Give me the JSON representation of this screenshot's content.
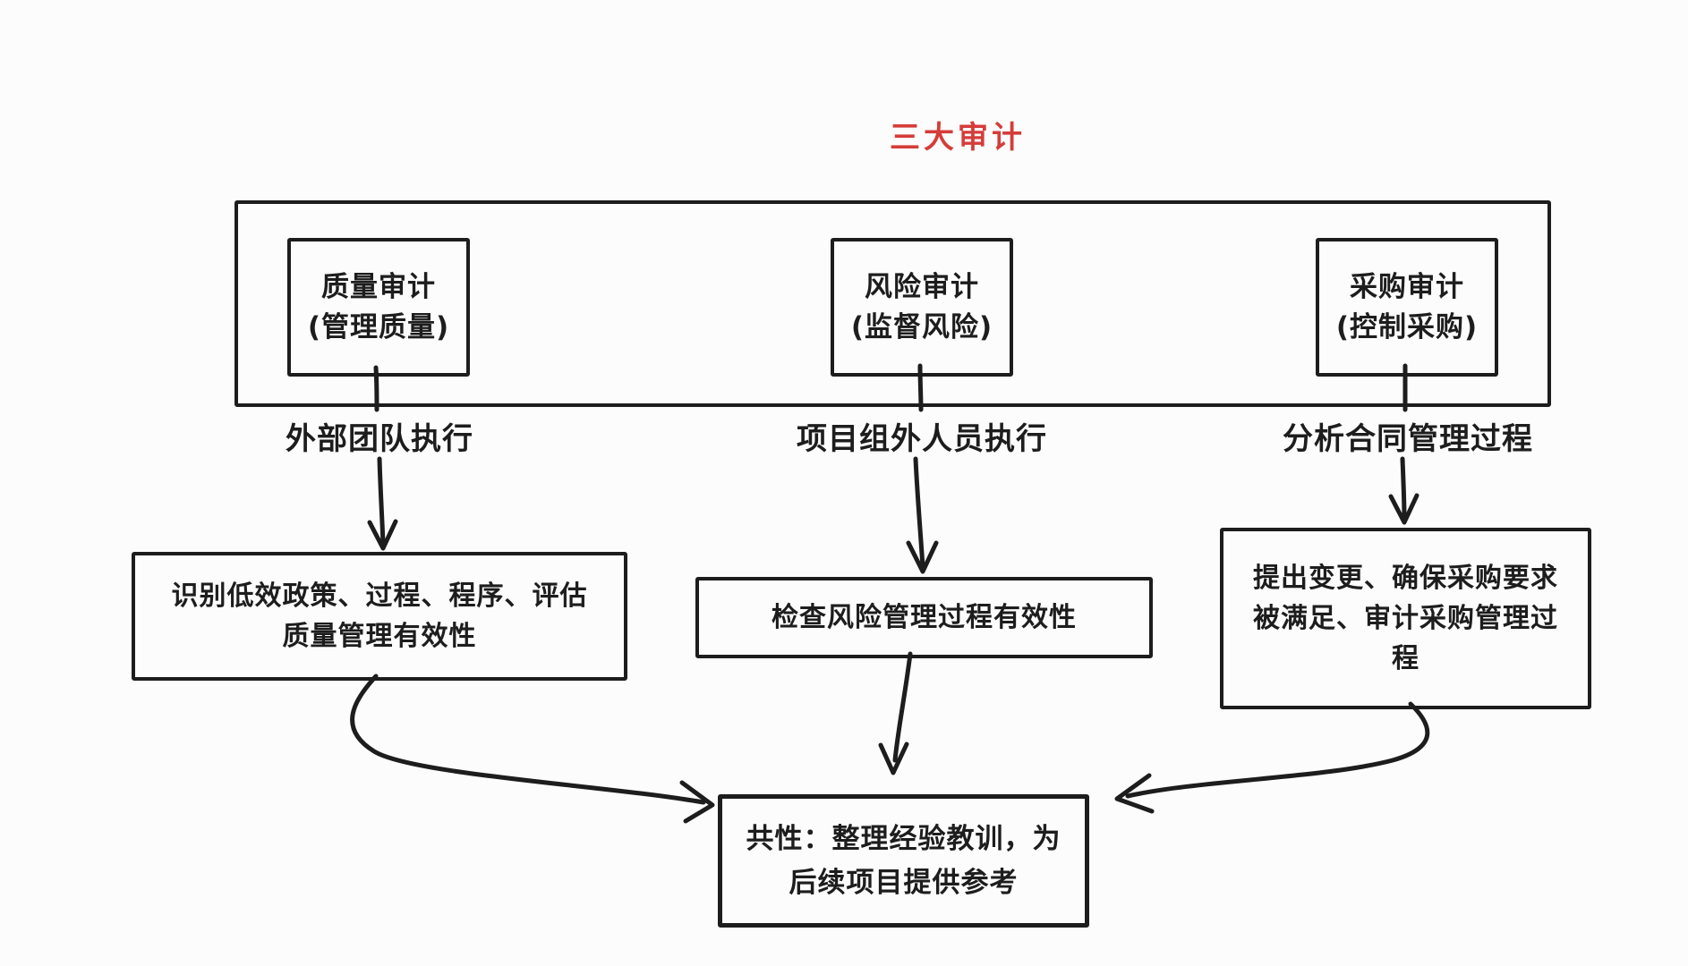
{
  "canvas": {
    "background_color": "#fcfcfc",
    "ink_color": "#1d1d1d"
  },
  "title": {
    "text": "三大审计",
    "color": "#d43d3a"
  },
  "audit_boxes": [
    {
      "name": "质量审计",
      "paren": "(管理质量)"
    },
    {
      "name": "风险审计",
      "paren": "(监督风险)"
    },
    {
      "name": "采购审计",
      "paren": "(控制采购)"
    }
  ],
  "executor_labels": [
    {
      "text": "外部团队执行"
    },
    {
      "text": "项目组外人员执行"
    },
    {
      "text": "分析合同管理过程"
    }
  ],
  "function_boxes": [
    {
      "text": "识别低效政策、过程、程序、评估质量管理有效性"
    },
    {
      "text": "检查风险管理过程有效性"
    },
    {
      "text": "提出变更、确保采购要求被满足、审计采购管理过程"
    }
  ],
  "summary_box": {
    "text": "共性：整理经验教训，为后续项目提供参考"
  }
}
